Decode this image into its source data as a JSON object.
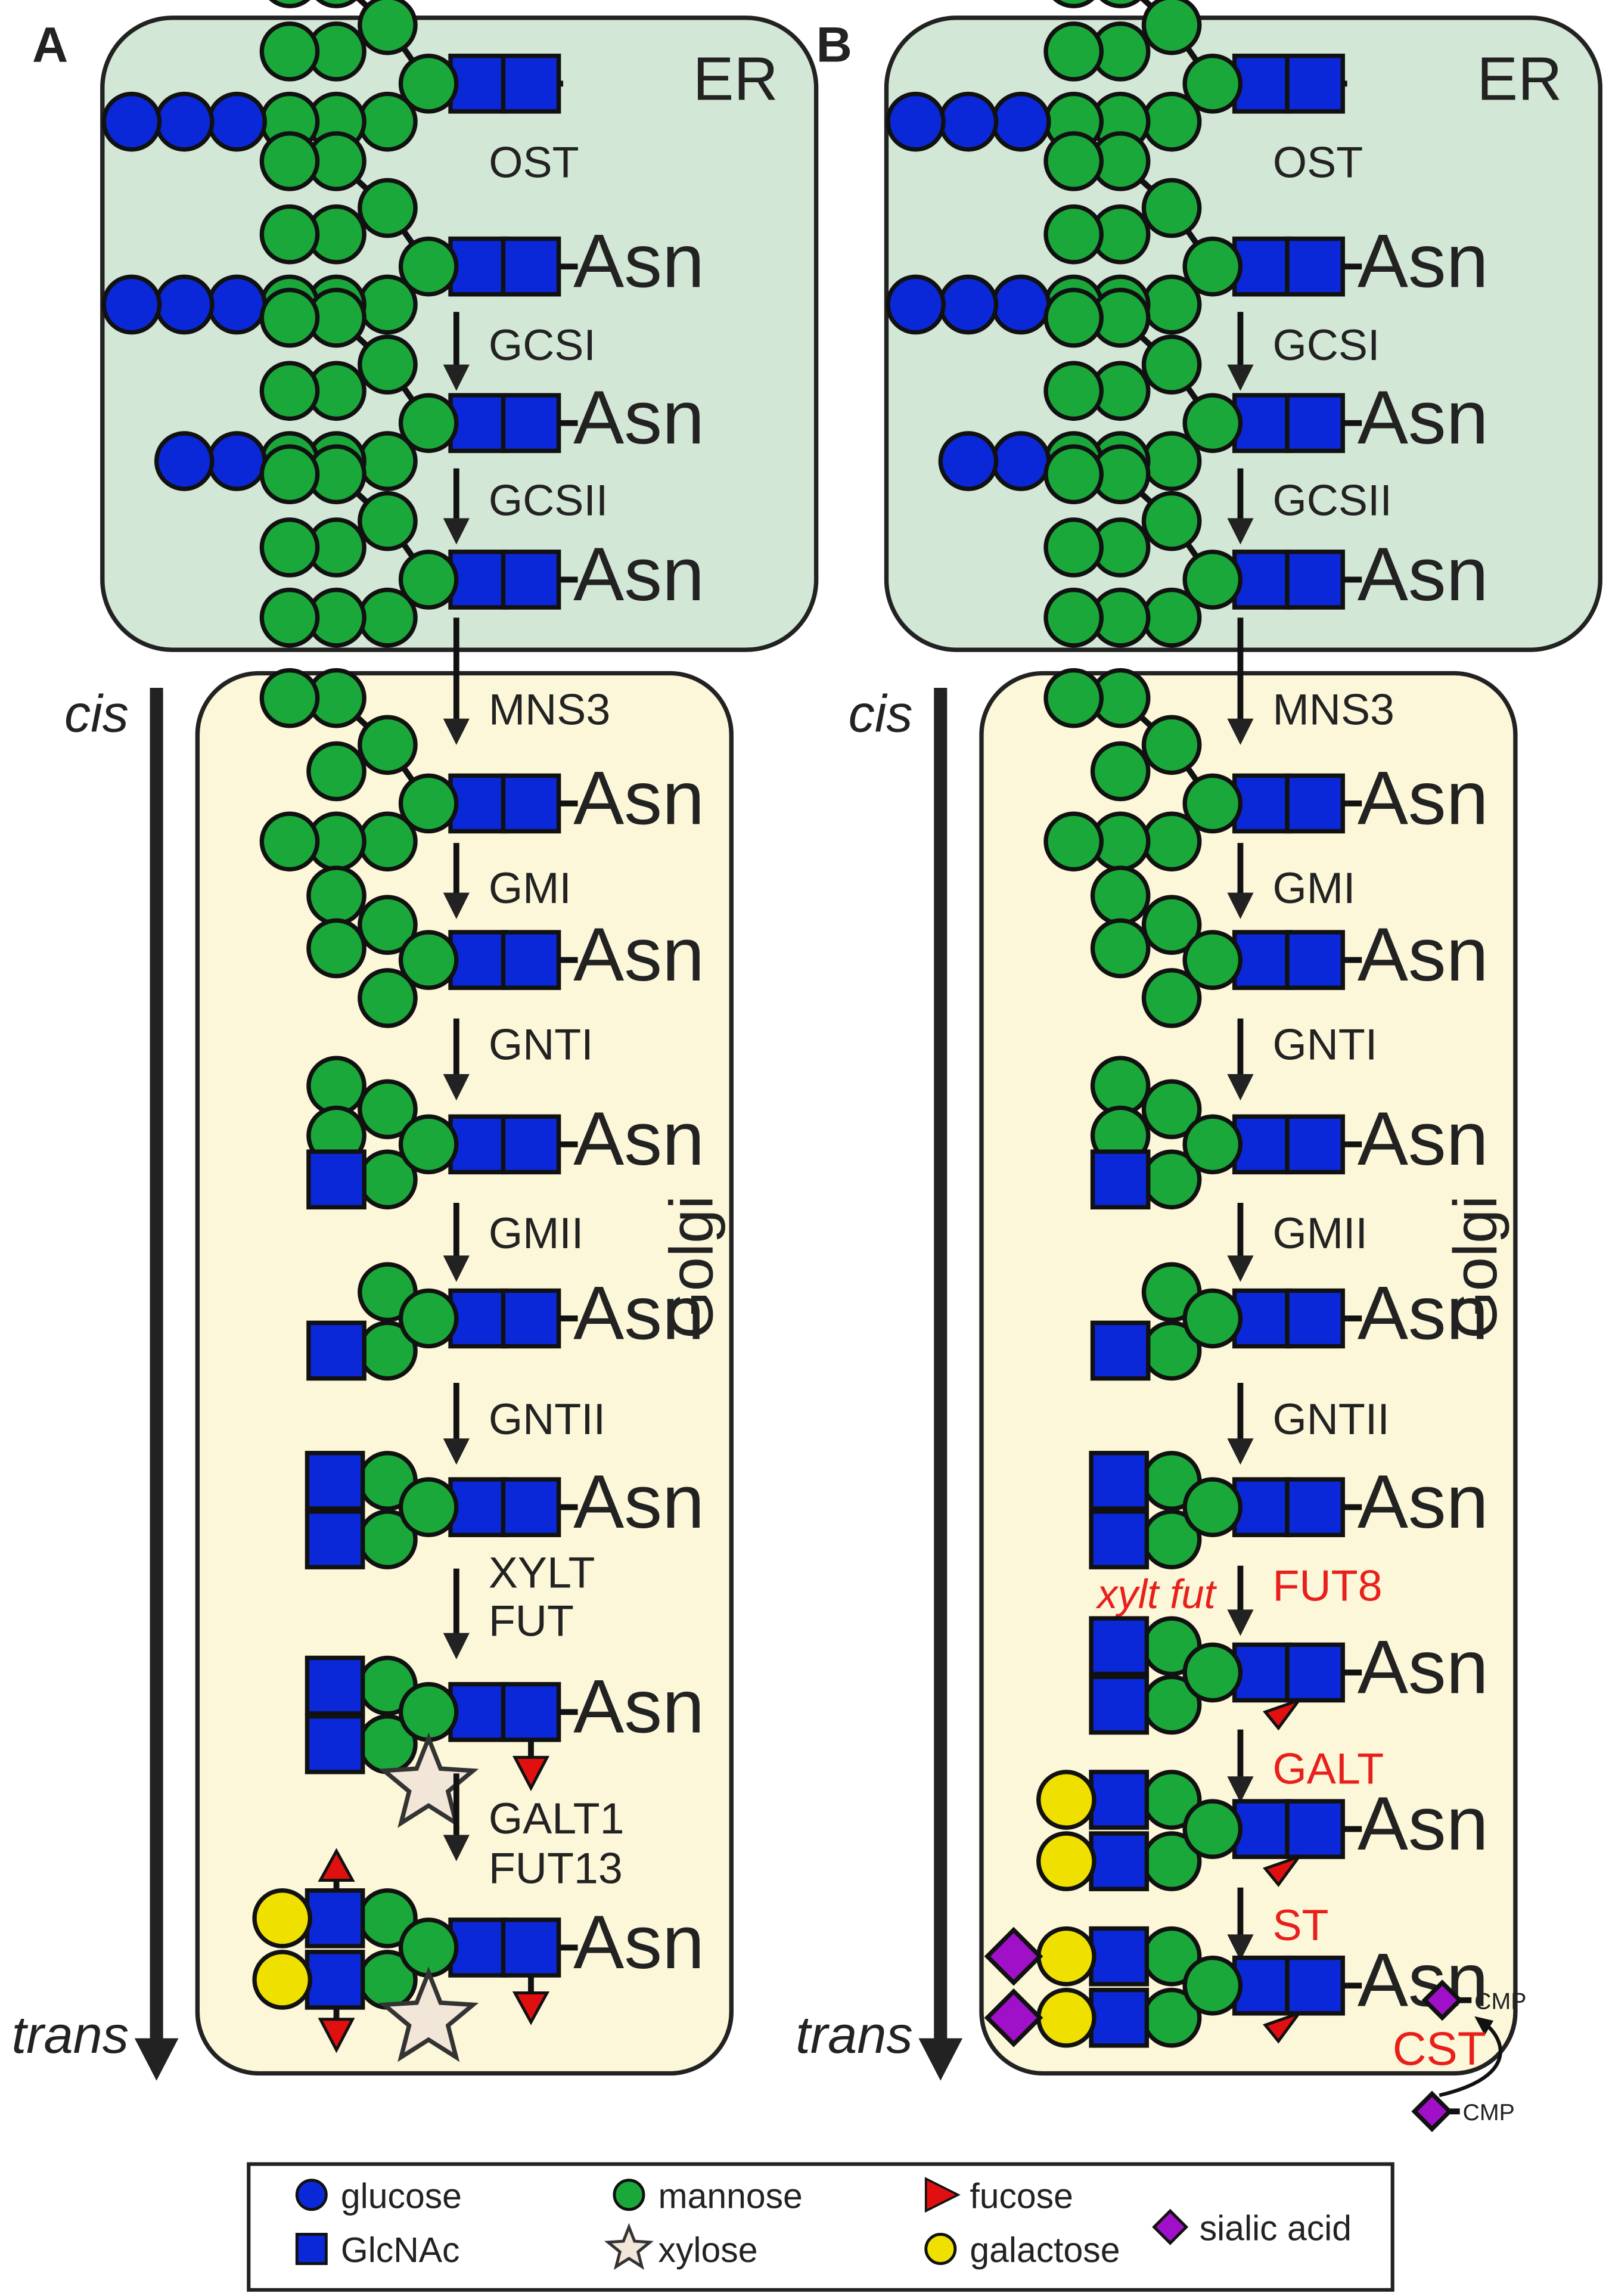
{
  "panels": [
    {
      "letter": "A",
      "compartments": {
        "er": "ER",
        "golgi": "Golgi"
      },
      "axis": {
        "start": "cis",
        "end": "trans"
      },
      "steps": [
        {
          "label": "OST"
        },
        {
          "label": "GCSI"
        },
        {
          "label": "GCSII"
        },
        {
          "label": "MNS3"
        },
        {
          "label": "GMI"
        },
        {
          "label": "GNTI"
        },
        {
          "label": "GMII"
        },
        {
          "label": "GNTII"
        },
        {
          "label": "XYLT",
          "line2": "FUT"
        },
        {
          "label": "GALT1",
          "line2": "FUT13"
        }
      ],
      "anchor_label": "Asn"
    },
    {
      "letter": "B",
      "compartments": {
        "er": "ER",
        "golgi": "Golgi"
      },
      "axis": {
        "start": "cis",
        "end": "trans"
      },
      "steps": [
        {
          "label": "OST"
        },
        {
          "label": "GCSI"
        },
        {
          "label": "GCSII"
        },
        {
          "label": "MNS3"
        },
        {
          "label": "GMI"
        },
        {
          "label": "GNTI"
        },
        {
          "label": "GMII"
        },
        {
          "label": "GNTII"
        },
        {
          "label": "FUT8",
          "side": "xylt fut"
        },
        {
          "label": "GALT"
        },
        {
          "label": "ST"
        }
      ],
      "anchor_label": "Asn",
      "cmp_label": "CMP",
      "cst_label": "CST"
    }
  ],
  "legend": [
    {
      "label": "glucose",
      "symbol": "circle",
      "color": "#0a28d8"
    },
    {
      "label": "GlcNAc",
      "symbol": "square",
      "color": "#0a28d8"
    },
    {
      "label": "mannose",
      "symbol": "circle",
      "color": "#1aa83a"
    },
    {
      "label": "xylose",
      "symbol": "star",
      "color": "#f2e6d8"
    },
    {
      "label": "fucose",
      "symbol": "triangle",
      "color": "#e01010"
    },
    {
      "label": "galactose",
      "symbol": "circle",
      "color": "#f0e000"
    },
    {
      "label": "sialic acid",
      "symbol": "diamond",
      "color": "#a010c8"
    }
  ],
  "colors": {
    "er_fill": "#d3e7d6",
    "golgi_fill": "#fbf7d8",
    "step_text": "#333333",
    "mutant_text": "#e8201c"
  }
}
